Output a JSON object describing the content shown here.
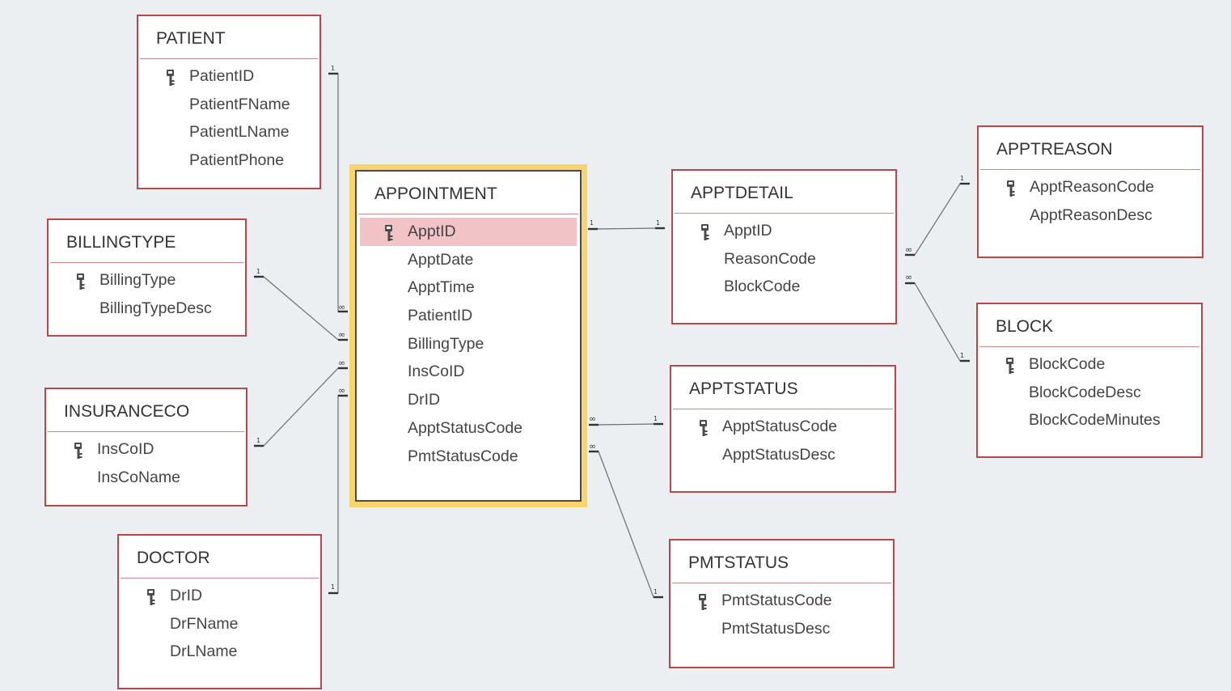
{
  "tables": {
    "patient": {
      "name": "PATIENT",
      "fields": [
        "PatientID",
        "PatientFName",
        "PatientLName",
        "PatientPhone"
      ]
    },
    "billingtype": {
      "name": "BILLINGTYPE",
      "fields": [
        "BillingType",
        "BillingTypeDesc"
      ]
    },
    "insuranceco": {
      "name": "INSURANCECO",
      "fields": [
        "InsCoID",
        "InsCoName"
      ]
    },
    "doctor": {
      "name": "DOCTOR",
      "fields": [
        "DrID",
        "DrFName",
        "DrLName"
      ]
    },
    "appointment": {
      "name": "APPOINTMENT",
      "fields": [
        "ApptID",
        "ApptDate",
        "ApptTime",
        "PatientID",
        "BillingType",
        "InsCoID",
        "DrID",
        "ApptStatusCode",
        "PmtStatusCode"
      ]
    },
    "apptdetail": {
      "name": "APPTDETAIL",
      "fields": [
        "ApptID",
        "ReasonCode",
        "BlockCode"
      ]
    },
    "apptstatus": {
      "name": "APPTSTATUS",
      "fields": [
        "ApptStatusCode",
        "ApptStatusDesc"
      ]
    },
    "pmtstatus": {
      "name": "PMTSTATUS",
      "fields": [
        "PmtStatusCode",
        "PmtStatusDesc"
      ]
    },
    "apptreason": {
      "name": "APPTREASON",
      "fields": [
        "ApptReasonCode",
        "ApptReasonDesc"
      ]
    },
    "block": {
      "name": "BLOCK",
      "fields": [
        "BlockCode",
        "BlockCodeDesc",
        "BlockCodeMinutes"
      ]
    }
  },
  "relationships": [
    {
      "from": "patient.PatientID",
      "to": "appointment.PatientID",
      "one_label": "1",
      "many_label": "∞"
    },
    {
      "from": "billingtype.BillingType",
      "to": "appointment.BillingType",
      "one_label": "1",
      "many_label": "∞"
    },
    {
      "from": "insuranceco.InsCoID",
      "to": "appointment.InsCoID",
      "one_label": "1",
      "many_label": "∞"
    },
    {
      "from": "doctor.DrID",
      "to": "appointment.DrID",
      "one_label": "1",
      "many_label": "∞"
    },
    {
      "from": "appointment.ApptID",
      "to": "apptdetail.ApptID",
      "one_label": "1",
      "many_label": "1"
    },
    {
      "from": "apptstatus.ApptStatusCode",
      "to": "appointment.ApptStatusCode",
      "one_label": "1",
      "many_label": "∞"
    },
    {
      "from": "pmtstatus.PmtStatusCode",
      "to": "appointment.PmtStatusCode",
      "one_label": "1",
      "many_label": "∞"
    },
    {
      "from": "apptreason.ApptReasonCode",
      "to": "apptdetail.ReasonCode",
      "one_label": "1",
      "many_label": "∞"
    },
    {
      "from": "block.BlockCode",
      "to": "apptdetail.BlockCode",
      "one_label": "1",
      "many_label": "∞"
    }
  ],
  "colors": {
    "background": "#eceff2",
    "table_border": "#b8474c",
    "selected_glow": "#f7d56c",
    "highlight_row": "#f2c3c6",
    "line": "#6d6d6d"
  },
  "icons": {
    "primary_key": "key-icon"
  },
  "selection": {
    "table": "appointment",
    "field": "ApptID"
  }
}
